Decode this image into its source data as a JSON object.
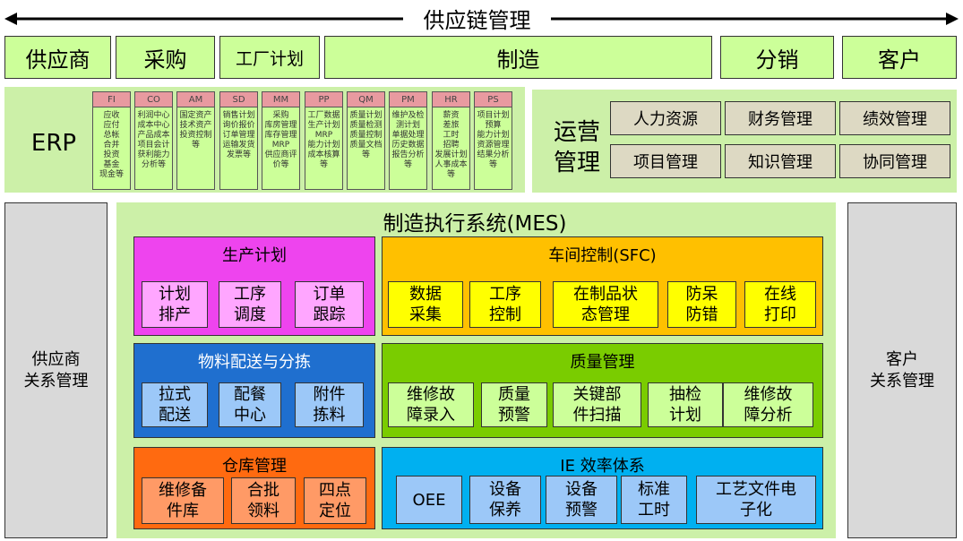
{
  "supply_chain": {
    "title": "供应链管理"
  },
  "top_bar": [
    "供应商",
    "采购",
    "工厂计划",
    "制造",
    "分销",
    "客户"
  ],
  "erp": {
    "label": "ERP",
    "modules": [
      {
        "code": "FI",
        "desc": "应收\n应付\n总帐\n合并\n投资\n基金\n现金等"
      },
      {
        "code": "CO",
        "desc": "利润中心\n成本中心\n产品成本\n项目会计\n获利能力\n分析等"
      },
      {
        "code": "AM",
        "desc": "国定资产\n技术资产\n投资控制\n等"
      },
      {
        "code": "SD",
        "desc": "销售计划\n询价报价\n订单管理\n运输发货\n发票等"
      },
      {
        "code": "MM",
        "desc": "采购\n库房管理\n库存管理\nMRP\n供应商评\n价等"
      },
      {
        "code": "PP",
        "desc": "工厂数据\n生产计划\nMRP\n能力计划\n成本核算\n等"
      },
      {
        "code": "QM",
        "desc": "质量计划\n质量检测\n质量控制\n质量文档\n等"
      },
      {
        "code": "PM",
        "desc": "维护及检\n测计划\n单据处理\n历史数据\n报告分析\n等"
      },
      {
        "code": "HR",
        "desc": "薪资\n差旅\n工时\n招聘\n发展计划\n人事成本\n等"
      },
      {
        "code": "PS",
        "desc": "项目计划\n预算\n能力计划\n资源管理\n结果分析\n等"
      }
    ]
  },
  "operations": {
    "label": "运营\n管理",
    "items": [
      "人力资源",
      "财务管理",
      "绩效管理",
      "项目管理",
      "知识管理",
      "协同管理"
    ]
  },
  "srm": "供应商\n关系管理",
  "crm": "客户\n关系管理",
  "mes": {
    "title": "制造执行系统(MES)",
    "production_plan": {
      "title": "生产计划",
      "items": [
        "计划\n排产",
        "工序\n调度",
        "订单\n跟踪"
      ]
    },
    "sfc": {
      "title": "车间控制(SFC)",
      "items": [
        "数据\n采集",
        "工序\n控制",
        "在制品状\n态管理",
        "防呆\n防错",
        "在线\n打印"
      ]
    },
    "material": {
      "title": "物料配送与分拣",
      "items": [
        "拉式\n配送",
        "配餐\n中心",
        "附件\n拣料"
      ]
    },
    "quality": {
      "title": "质量管理",
      "items": [
        "维修故\n障录入",
        "质量\n预警",
        "关键部\n件扫描",
        "抽检\n计划",
        "维修故\n障分析"
      ]
    },
    "warehouse": {
      "title": "仓库管理",
      "items": [
        "维修备\n件库",
        "合批\n领料",
        "四点\n定位"
      ]
    },
    "ie": {
      "title": "IE 效率体系",
      "items": [
        "OEE",
        "设备\n保养",
        "设备\n预警",
        "标准\n工时",
        "工艺文件电\n子化"
      ]
    }
  }
}
